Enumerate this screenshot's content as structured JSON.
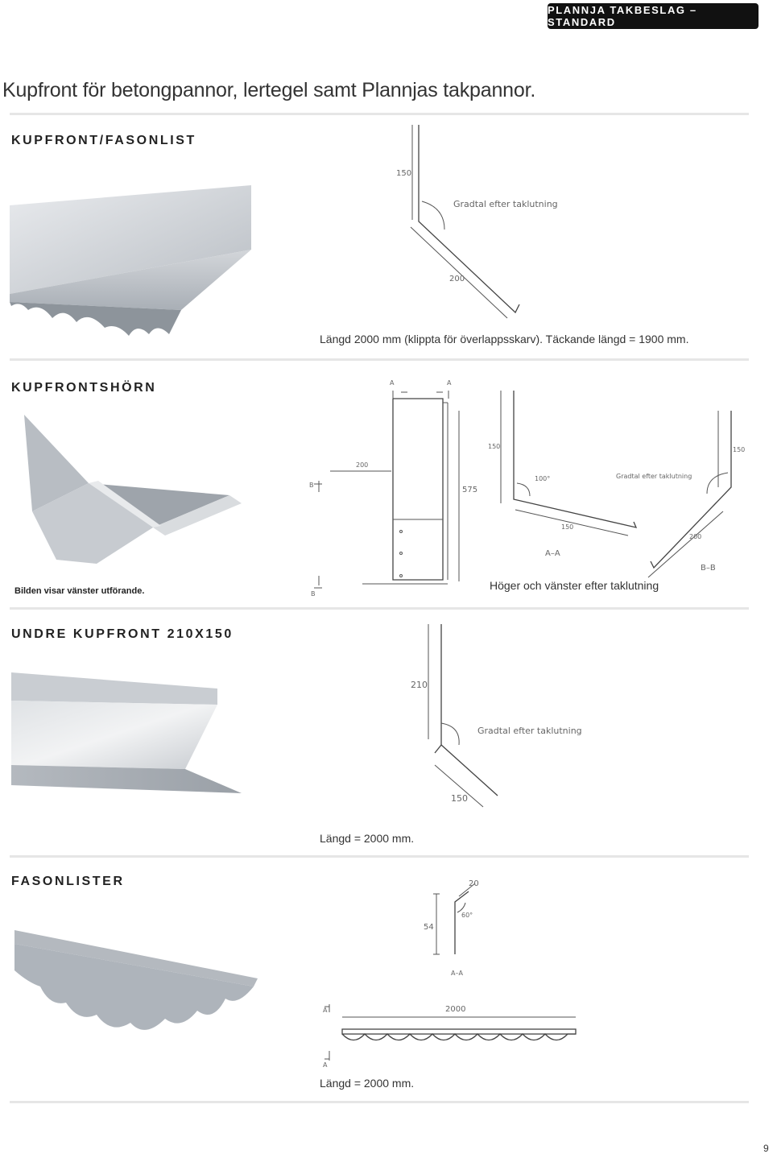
{
  "header": {
    "badge": "PLANNJA TAKBESLAG – STANDARD"
  },
  "title": "Kupfront för betongpannor, lertegel samt Plannjas takpannor.",
  "sections": {
    "kupfront": {
      "heading": "KUPFRONT/FASONLIST",
      "dim_top": "150",
      "dim_bottom": "200",
      "angle_label": "Gradtal efter taklutning",
      "caption": "Längd 2000 mm (klippta för överlappsskarv). Täckande längd = 1900 mm."
    },
    "horn": {
      "heading": "KUPFRONTSHÖRN",
      "image_caption": "Bilden visar vänster utförande.",
      "marker_a": "A",
      "marker_b": "B",
      "dim_width": "200",
      "dim_height": "575",
      "aa": {
        "dim_top": "150",
        "angle": "100°",
        "dim_bottom": "150",
        "label": "A–A"
      },
      "bb": {
        "dim_top": "150",
        "angle_label": "Gradtal efter taklutning",
        "dim_bottom": "200",
        "label": "B–B"
      },
      "caption": "Höger och vänster efter taklutning"
    },
    "undre": {
      "heading": "UNDRE KUPFRONT 210X150",
      "dim_top": "210",
      "angle_label": "Gradtal efter taklutning",
      "dim_bottom": "150",
      "caption": "Längd = 2000 mm."
    },
    "fason": {
      "heading": "FASONLISTER",
      "dim_top": "20",
      "dim_side": "54",
      "angle": "60°",
      "section_label": "A–A",
      "marker": "A",
      "dim_length": "2000",
      "caption": "Längd = 2000 mm."
    }
  },
  "page_number": "9"
}
